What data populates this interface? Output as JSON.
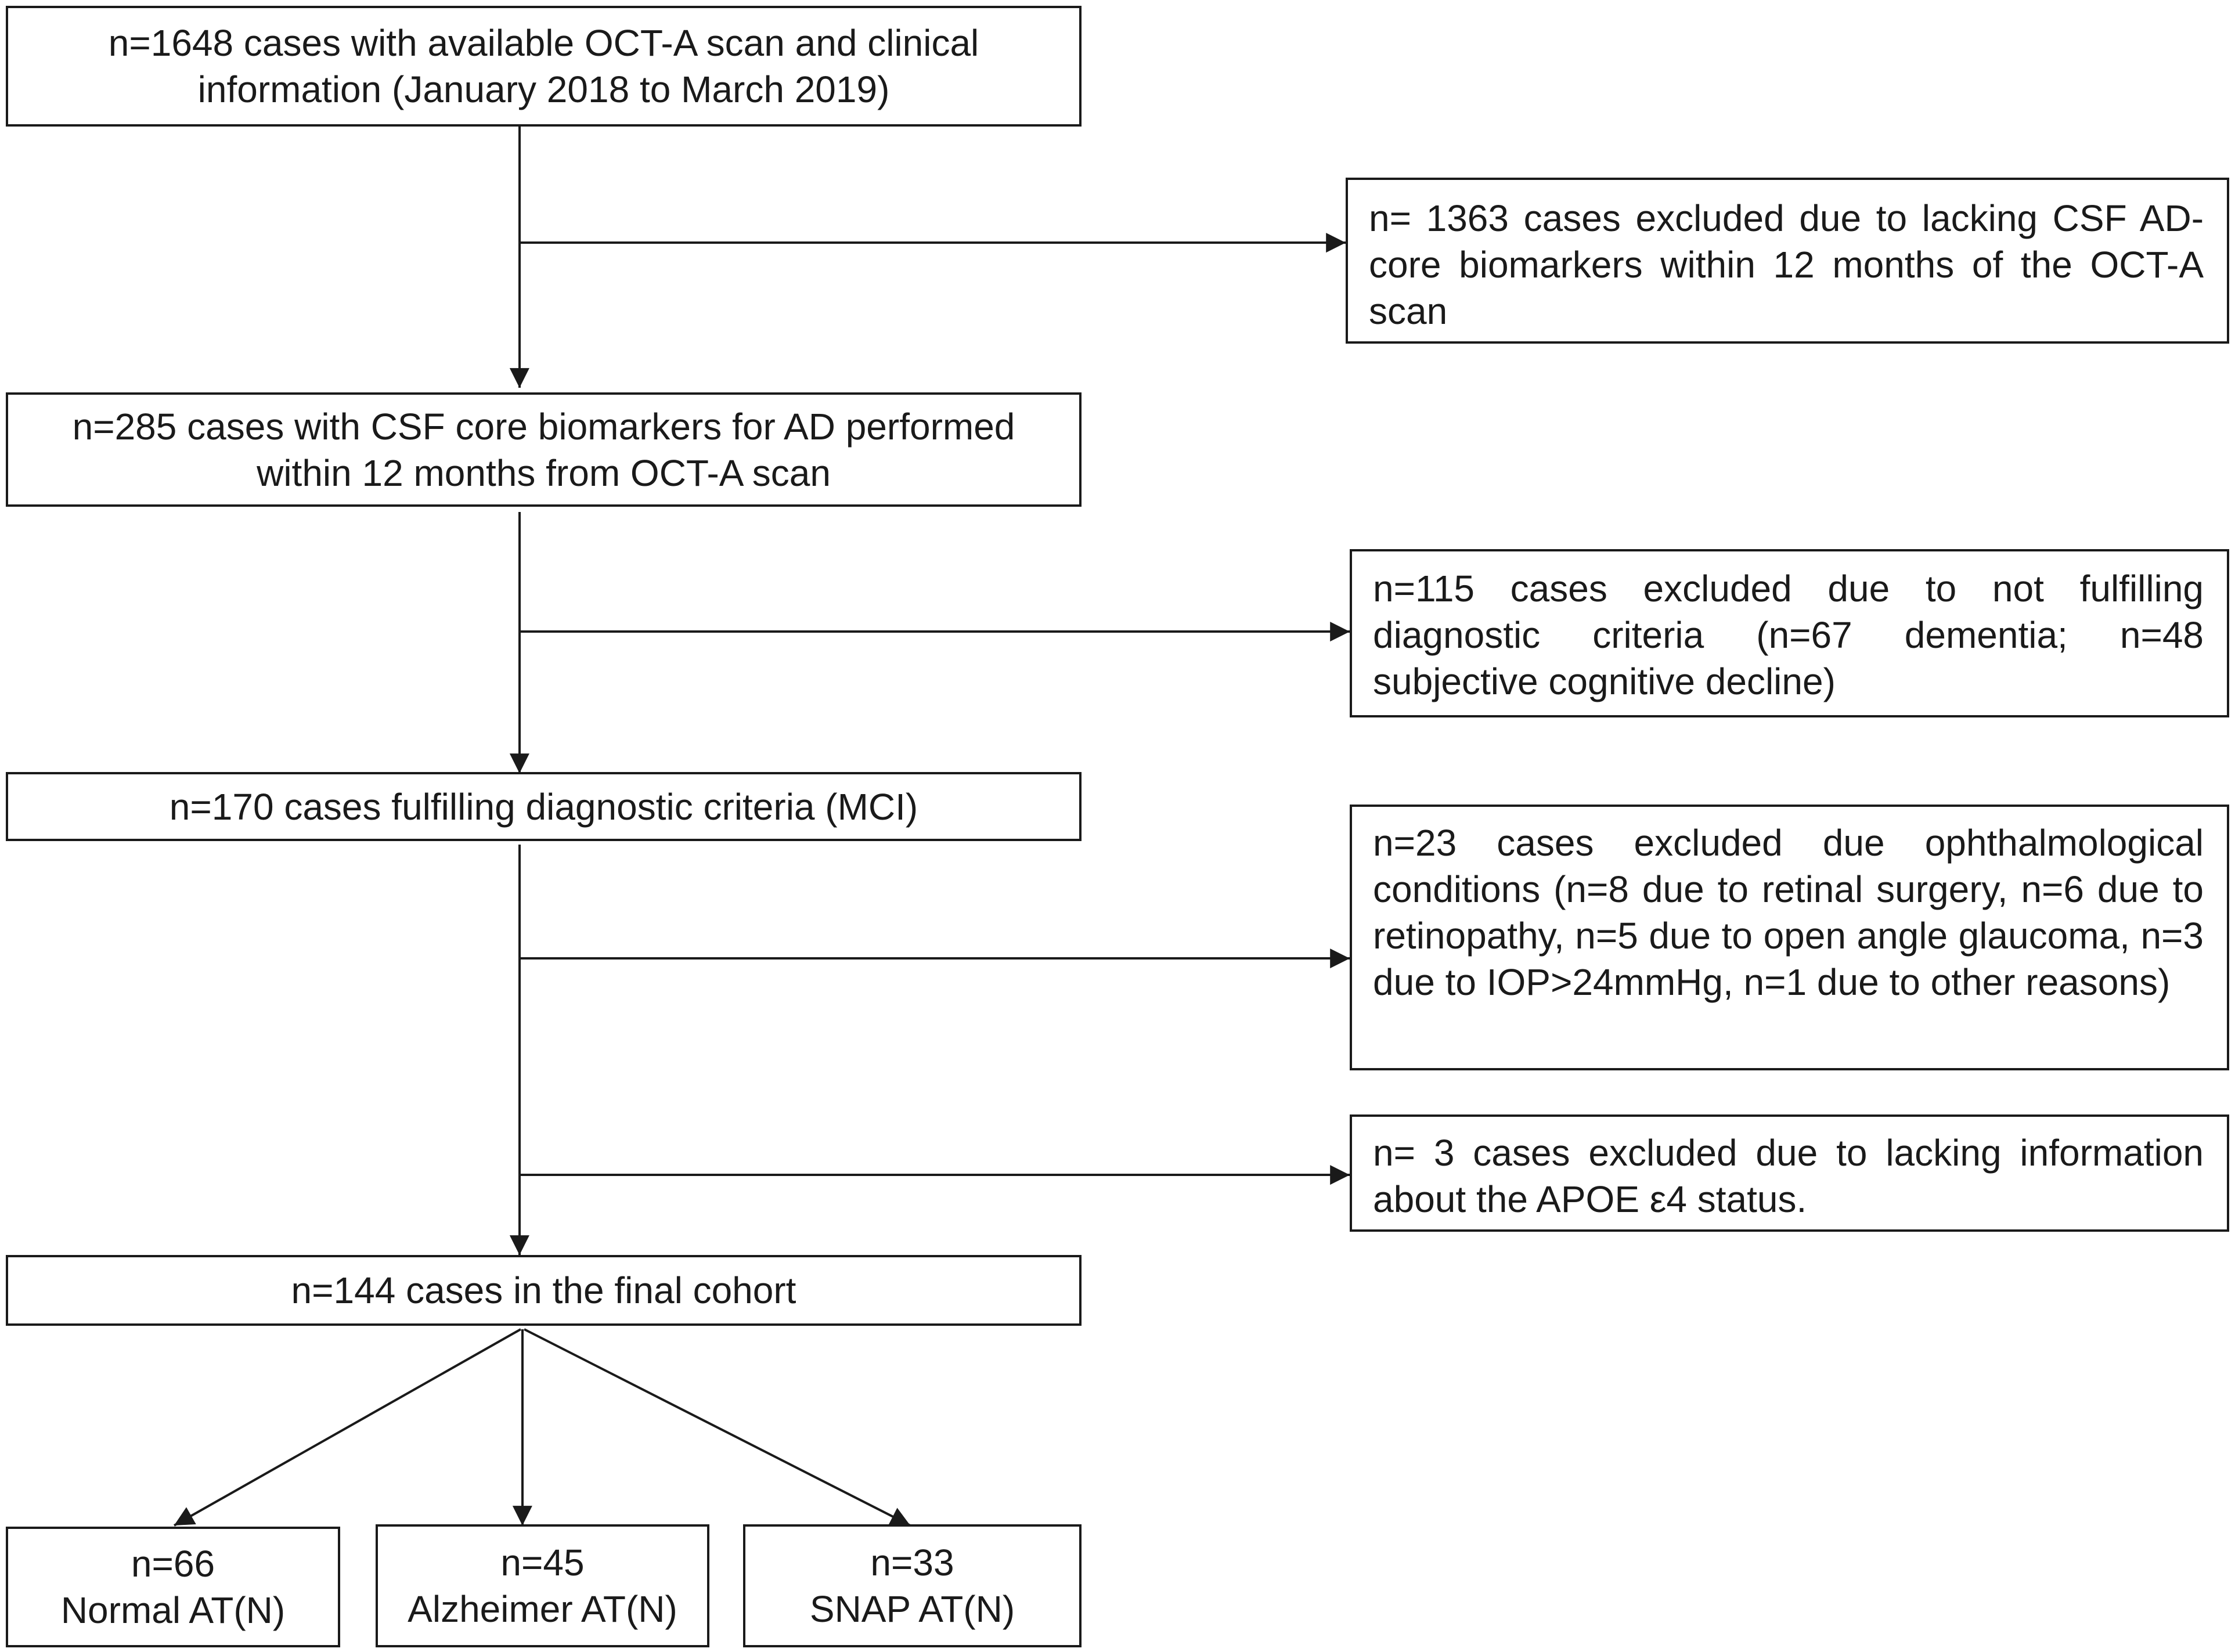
{
  "main_flow": {
    "step1": {
      "line1": "n=1648 cases with available OCT-A scan and clinical",
      "line2": "information (January  2018 to March 2019)"
    },
    "step2": {
      "line1": "n=285 cases with CSF core biomarkers for AD performed",
      "line2": "within 12 months  from OCT-A scan"
    },
    "step3": {
      "text": "n=170 cases fulfilling  diagnostic criteria (MCI)"
    },
    "step4": {
      "text": "n=144 cases in the final cohort"
    }
  },
  "exclusions": {
    "excl1": {
      "text": "n= 1363 cases excluded due to lacking CSF AD-core biomarkers within 12 months of the OCT-A scan"
    },
    "excl2": {
      "text": "n=115 cases excluded due to not fulfilling diagnostic criteria (n=67 dementia; n=48 subjective cognitive decline)"
    },
    "excl3": {
      "text": "n=23 cases excluded due ophthalmological conditions (n=8 due to retinal surgery, n=6 due to retinopathy, n=5 due to open angle glaucoma, n=3 due to IOP>24mmHg, n=1 due to other reasons)"
    },
    "excl4": {
      "text": "n= 3 cases excluded due to lacking information about the APOE ε4 status."
    }
  },
  "groups": [
    {
      "count": "n=66",
      "label": "Normal AT(N)"
    },
    {
      "count": "n=45",
      "label": "Alzheimer AT(N)"
    },
    {
      "count": "n=33",
      "label": "SNAP AT(N)"
    }
  ]
}
